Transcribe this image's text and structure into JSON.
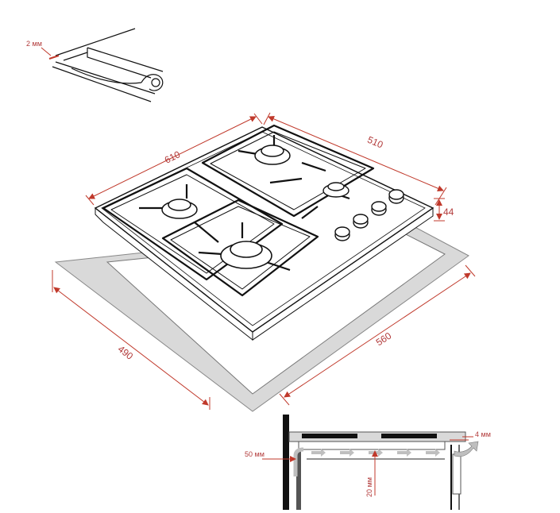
{
  "labels": {
    "seal_gap": "2 мм",
    "width": "610",
    "depth": "510",
    "height": "44",
    "cutout_depth": "490",
    "cutout_width": "560",
    "side_gap": "50 мм",
    "bottom_gap": "20 мм",
    "vent_gap": "4 мм"
  },
  "colors": {
    "dimension": "#c0392b",
    "ink": "#111111",
    "countertop": "#d9d9d9",
    "airflow": "#bfbfbf"
  },
  "icons": {
    "airflow": "arrow-right-icon",
    "exhaust": "curved-arrow-icon"
  }
}
